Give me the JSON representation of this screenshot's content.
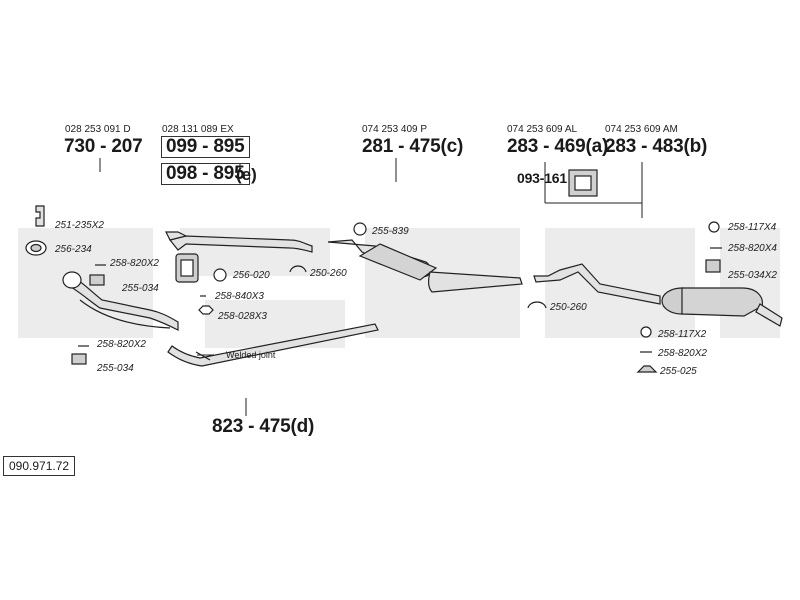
{
  "catalog_number": "090.971.72",
  "assemblies": [
    {
      "oem": "028 253 091 D",
      "part": "730 - 207",
      "suffix": ""
    },
    {
      "oem": "028 131 089 EX",
      "part": "099 - 895",
      "suffix": ""
    },
    {
      "oem": "",
      "part": "098 - 895",
      "suffix": "(e)"
    },
    {
      "oem": "074 253 409 P",
      "part": "281 - 475(c)",
      "suffix": ""
    },
    {
      "oem": "074 253 609 AL",
      "part": "283 - 469(a)",
      "suffix": ""
    },
    {
      "oem": "074 253 609 AM",
      "part": "283 - 483(b)",
      "suffix": ""
    },
    {
      "oem": "",
      "part": "093-161",
      "suffix": ""
    },
    {
      "oem": "",
      "part": "823 - 475(d)",
      "suffix": ""
    }
  ],
  "part_codes": [
    "251-235X2",
    "256-234",
    "258-820X2",
    "255-034",
    "256-020",
    "250-260",
    "258-840X3",
    "258-028X3",
    "258-820X2",
    "255-034",
    "255-839",
    "250-260",
    "258-117X4",
    "258-820X4",
    "255-034X2",
    "258-117X2",
    "258-820X2",
    "255-025"
  ],
  "notes": {
    "welded_joint": "Welded joint"
  },
  "colors": {
    "watermark": "#ececec",
    "line": "#222222",
    "part_fill": "#d8d8d8"
  },
  "icons": [
    "bracket-icon",
    "gasket-ring-icon",
    "bolt-icon",
    "rubber-mount-icon",
    "clamp-icon",
    "nut-icon",
    "hanger-icon"
  ]
}
